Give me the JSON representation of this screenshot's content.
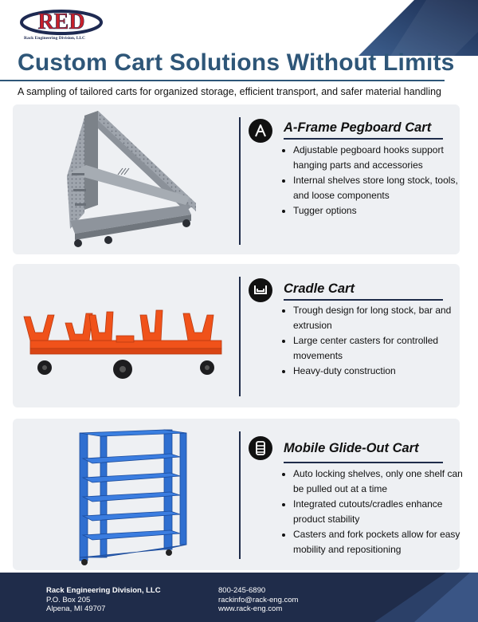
{
  "logo": {
    "text": "RED",
    "subtitle": "Rack Engineering Division, LLC"
  },
  "header": {
    "title": "Custom Cart Solutions Without Limits",
    "subtitle": "A sampling of tailored carts for organized storage, efficient transport, and safer material handling"
  },
  "carts": [
    {
      "title": "A-Frame Pegboard Cart",
      "icon": "a-frame-icon",
      "features": [
        "Adjustable pegboard hooks support hanging parts and accessories",
        "Internal shelves store long stock, tools, and loose components",
        "Tugger options"
      ]
    },
    {
      "title": "Cradle Cart",
      "icon": "cradle-icon",
      "features": [
        "Trough design for long stock, bar and extrusion",
        "Large center casters for controlled movements",
        "Heavy-duty construction"
      ]
    },
    {
      "title": "Mobile Glide-Out Cart",
      "icon": "shelves-icon",
      "features": [
        "Auto locking shelves, only one shelf can be pulled out at a time",
        "Integrated cutouts/cradles enhance product stability",
        "Casters and fork pockets allow for easy mobility and repositioning"
      ]
    }
  ],
  "footer": {
    "company": "Rack Engineering Division, LLC",
    "po_box": "P.O. Box 205",
    "city": "Alpena, MI 49707",
    "phone": "800-245-6890",
    "email": "rackinfo@rack-eng.com",
    "website": "www.rack-eng.com"
  },
  "colors": {
    "navy": "#1f2c4a",
    "title_blue": "#2e5678",
    "logo_red": "#c8202a",
    "cradle_orange": "#f0521a",
    "glide_blue": "#2f6fd0",
    "card_bg": "#eef0f3"
  }
}
